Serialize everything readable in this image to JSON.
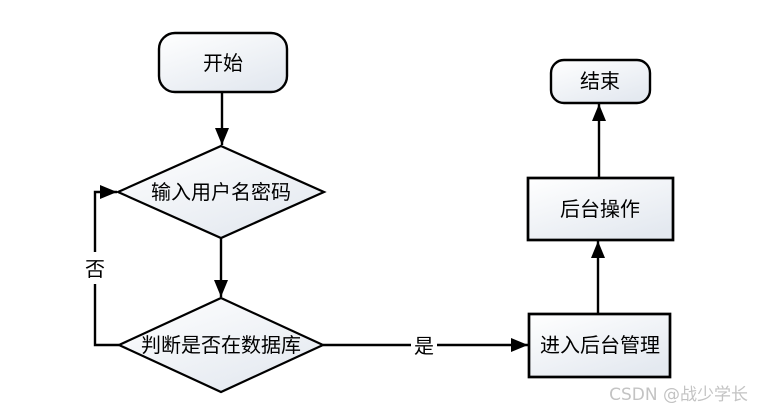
{
  "diagram": {
    "type": "flowchart",
    "nodes": [
      {
        "id": "start",
        "shape": "rounded-rectangle",
        "label": "开始"
      },
      {
        "id": "input-credentials",
        "shape": "diamond",
        "label": "输入用户名密码"
      },
      {
        "id": "check-database",
        "shape": "diamond",
        "label": "判断是否在数据库"
      },
      {
        "id": "enter-admin",
        "shape": "rectangle",
        "label": "进入后台管理"
      },
      {
        "id": "admin-operate",
        "shape": "rectangle",
        "label": "后台操作"
      },
      {
        "id": "end",
        "shape": "rounded-rectangle",
        "label": "结束"
      }
    ],
    "edges": [
      {
        "from": "start",
        "to": "input-credentials",
        "label": ""
      },
      {
        "from": "input-credentials",
        "to": "check-database",
        "label": ""
      },
      {
        "from": "check-database",
        "to": "input-credentials",
        "label": "否"
      },
      {
        "from": "check-database",
        "to": "enter-admin",
        "label": "是"
      },
      {
        "from": "enter-admin",
        "to": "admin-operate",
        "label": ""
      },
      {
        "from": "admin-operate",
        "to": "end",
        "label": ""
      }
    ],
    "edge_labels": {
      "no": "否",
      "yes": "是"
    },
    "colors": {
      "stroke": "#000000",
      "shape_fill_start": "#ffffff",
      "shape_fill_end": "#e4e9f0",
      "text": "#000000",
      "background": "#ffffff",
      "watermark": "#c3c3c3"
    }
  },
  "watermark": {
    "text": "CSDN @战少学长"
  }
}
